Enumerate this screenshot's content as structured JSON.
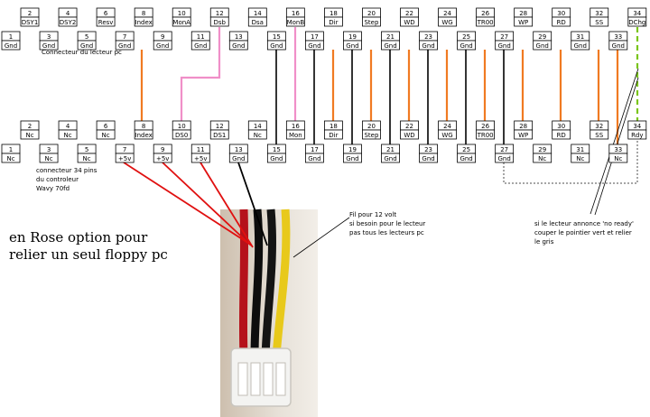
{
  "connector_pc": {
    "title": "Connecteur du lecteur pc",
    "top": [
      {
        "num": "2",
        "label": "DSY1"
      },
      {
        "num": "4",
        "label": "DSY2"
      },
      {
        "num": "6",
        "label": "Resv"
      },
      {
        "num": "8",
        "label": "Index"
      },
      {
        "num": "10",
        "label": "MonA"
      },
      {
        "num": "12",
        "label": "Dsb"
      },
      {
        "num": "14",
        "label": "Dsa"
      },
      {
        "num": "16",
        "label": "MonB"
      },
      {
        "num": "18",
        "label": "Dir"
      },
      {
        "num": "20",
        "label": "Step"
      },
      {
        "num": "22",
        "label": "WD"
      },
      {
        "num": "24",
        "label": "WG"
      },
      {
        "num": "26",
        "label": "TR00"
      },
      {
        "num": "28",
        "label": "WP"
      },
      {
        "num": "30",
        "label": "RD"
      },
      {
        "num": "32",
        "label": "SS"
      },
      {
        "num": "34",
        "label": "DChg"
      }
    ],
    "bottom": [
      {
        "num": "1",
        "label": "Gnd"
      },
      {
        "num": "3",
        "label": "Gnd"
      },
      {
        "num": "5",
        "label": "Gnd"
      },
      {
        "num": "7",
        "label": "Gnd"
      },
      {
        "num": "9",
        "label": "Gnd"
      },
      {
        "num": "11",
        "label": "Gnd"
      },
      {
        "num": "13",
        "label": "Gnd"
      },
      {
        "num": "15",
        "label": "Gnd"
      },
      {
        "num": "17",
        "label": "Gnd"
      },
      {
        "num": "19",
        "label": "Gnd"
      },
      {
        "num": "21",
        "label": "Gnd"
      },
      {
        "num": "23",
        "label": "Gnd"
      },
      {
        "num": "25",
        "label": "Gnd"
      },
      {
        "num": "27",
        "label": "Gnd"
      },
      {
        "num": "29",
        "label": "Gnd"
      },
      {
        "num": "31",
        "label": "Gnd"
      },
      {
        "num": "33",
        "label": "Gnd"
      }
    ]
  },
  "connector_wavy": {
    "top": [
      {
        "num": "2",
        "label": "Nc"
      },
      {
        "num": "4",
        "label": "Nc"
      },
      {
        "num": "6",
        "label": "Nc"
      },
      {
        "num": "8",
        "label": "Index"
      },
      {
        "num": "10",
        "label": "DS0"
      },
      {
        "num": "12",
        "label": "DS1"
      },
      {
        "num": "14",
        "label": "Nc"
      },
      {
        "num": "16",
        "label": "Mon"
      },
      {
        "num": "18",
        "label": "Dir"
      },
      {
        "num": "20",
        "label": "Step"
      },
      {
        "num": "22",
        "label": "WD"
      },
      {
        "num": "24",
        "label": "WG"
      },
      {
        "num": "26",
        "label": "TR00"
      },
      {
        "num": "28",
        "label": "WP"
      },
      {
        "num": "30",
        "label": "RD"
      },
      {
        "num": "32",
        "label": "SS"
      },
      {
        "num": "34",
        "label": "Rdy"
      }
    ],
    "bottom": [
      {
        "num": "1",
        "label": "Nc"
      },
      {
        "num": "3",
        "label": "Nc"
      },
      {
        "num": "5",
        "label": "Nc"
      },
      {
        "num": "7",
        "label": "+5v"
      },
      {
        "num": "9",
        "label": "+5v"
      },
      {
        "num": "11",
        "label": "+5v"
      },
      {
        "num": "13",
        "label": "Gnd"
      },
      {
        "num": "15",
        "label": "Gnd"
      },
      {
        "num": "17",
        "label": "Gnd"
      },
      {
        "num": "19",
        "label": "Gnd"
      },
      {
        "num": "21",
        "label": "Gnd"
      },
      {
        "num": "23",
        "label": "Gnd"
      },
      {
        "num": "25",
        "label": "Gnd"
      },
      {
        "num": "27",
        "label": "Gnd"
      },
      {
        "num": "29",
        "label": "Nc"
      },
      {
        "num": "31",
        "label": "Nc"
      },
      {
        "num": "33",
        "label": "Nc"
      }
    ]
  },
  "notes": {
    "controller_lines": [
      "connecteur 34 pins",
      "du controleur",
      "Wavy 70fd"
    ],
    "rose_lines": [
      "en Rose option pour",
      "relier un seul floppy pc"
    ],
    "fil12_lines": [
      "Fil pour 12 volt",
      "si besoin pour le lecteur",
      "pas tous les lecteurs pc"
    ],
    "ready_lines": [
      "si le lecteur annonce 'no ready'",
      "couper le pointier vert et relier",
      "le gris"
    ]
  },
  "colors": {
    "orange": "#f07a22",
    "pink": "#f08fc8",
    "red": "#e01010",
    "black": "#000000",
    "green": "#7ac51b",
    "gray": "#888888"
  }
}
